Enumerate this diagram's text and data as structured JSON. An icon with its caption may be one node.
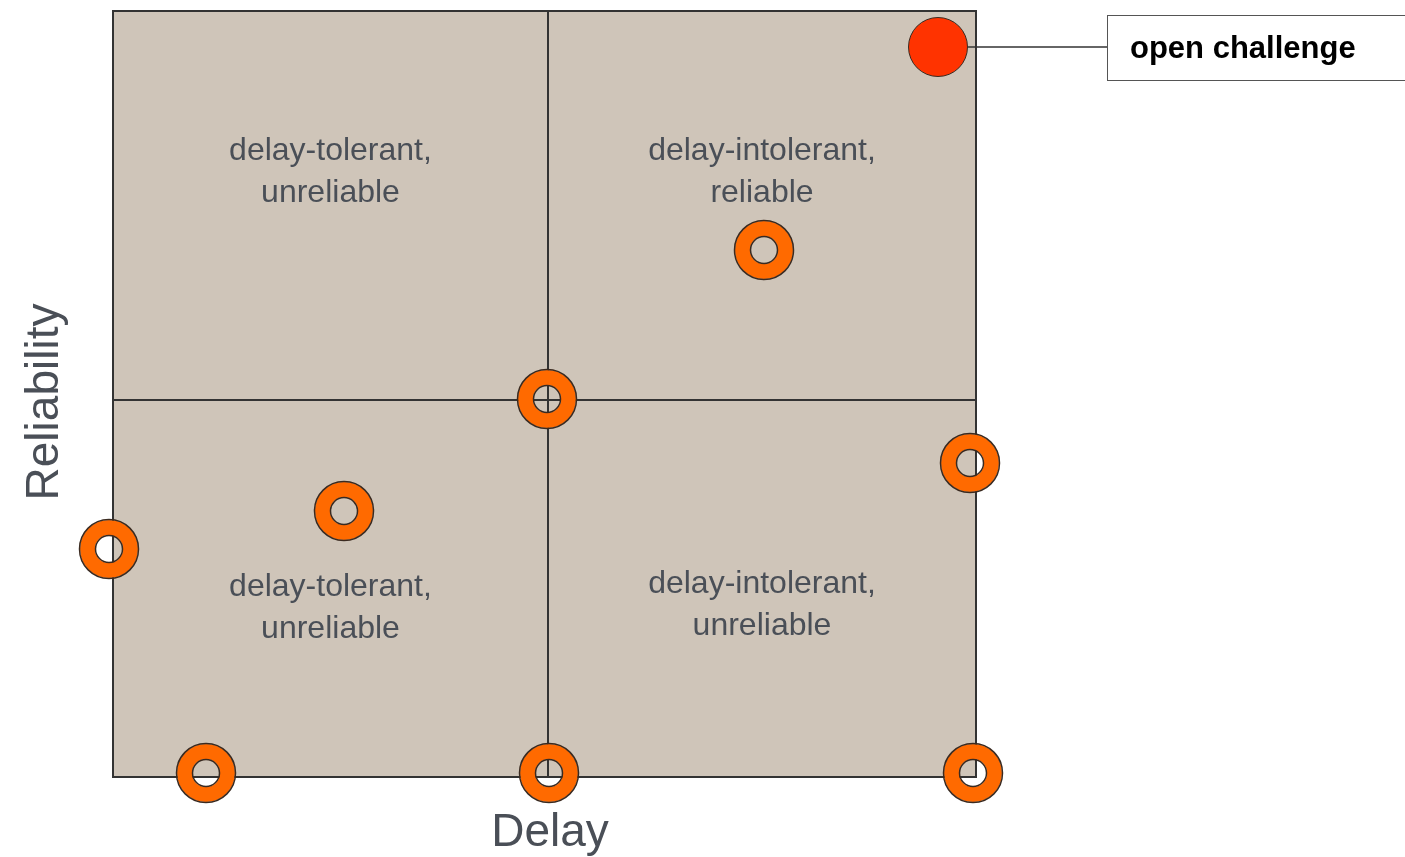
{
  "diagram": {
    "nodes": [
      {
        "text": [
          "delay-tolerant, unreliable"
        ]
      },
      {
        "text": [
          "delay-intolerant, reliable"
        ]
      },
      {
        "text": [
          "delay-tolerant, unreliable"
        ]
      },
      {
        "text": [
          "delay-intolerant, unreliable"
        ]
      },
      {
        "text": [],
        "shape": "circle",
        "in": 1
      },
      {
        "text": [
          "open challenge"
        ]
      }
    ],
    "edges": [
      {
        "from": 5,
        "to": 4,
        "arrow": "none"
      }
    ],
    "labels": [
      "Reliability",
      "Delay"
    ]
  }
}
